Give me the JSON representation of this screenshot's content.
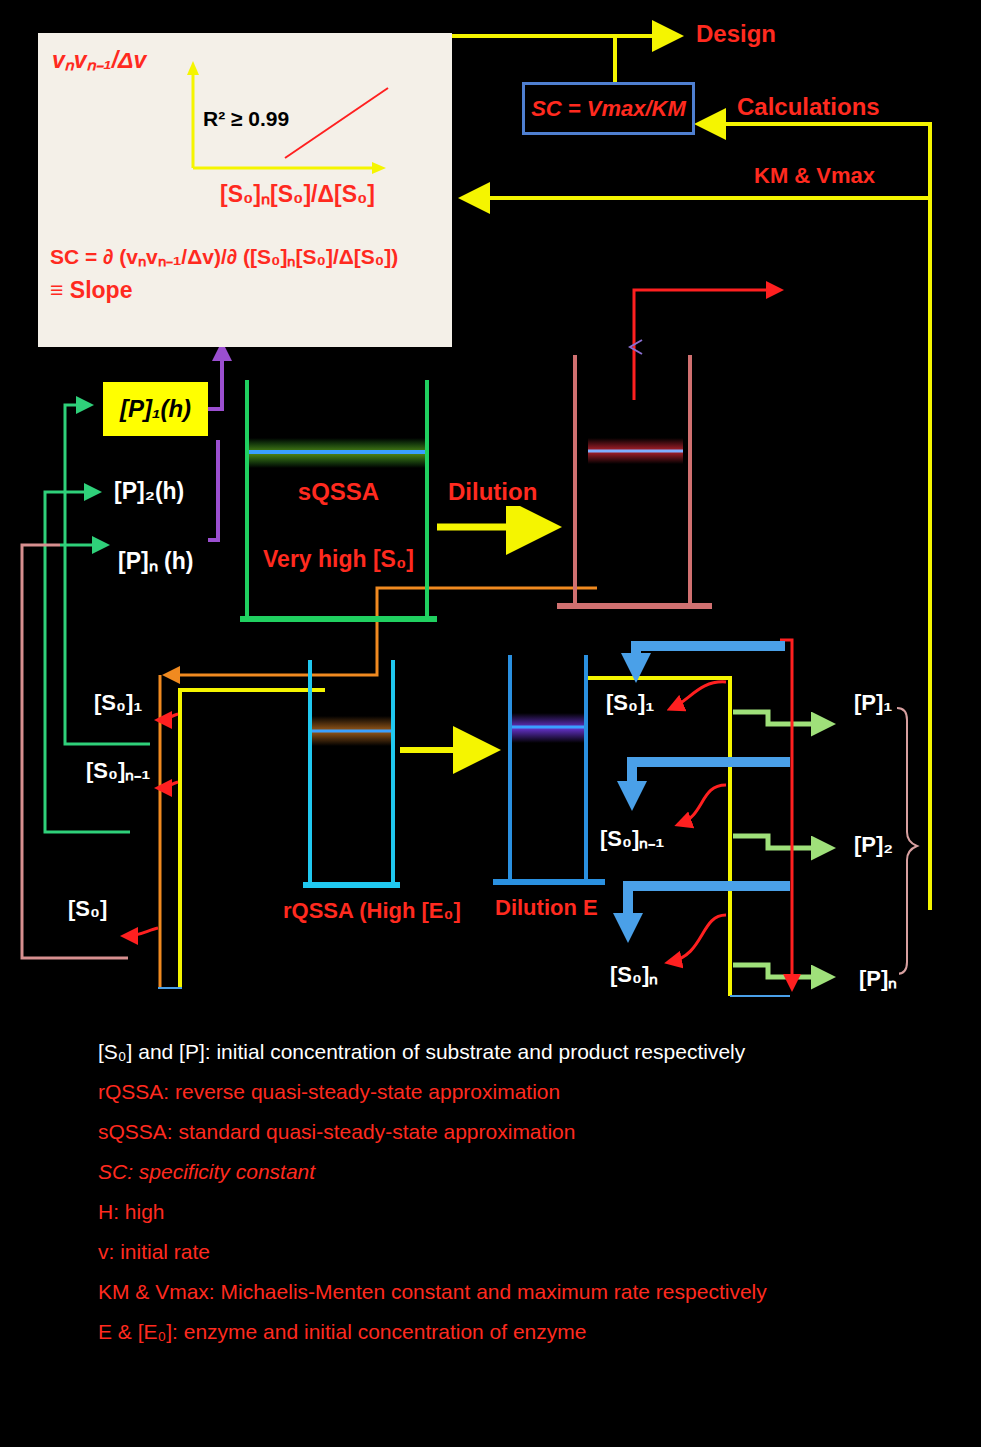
{
  "diagram": {
    "nodes": [
      {
        "text": [
          "vₙvₙ₋₁/Δv",
          "R² ≥ 0.99",
          "[S₀]ₙ[S₀]/Δ[S₀]",
          "SC = ∂ (vₙvₙ₋₁/Δv)/∂ ([S₀]ₙ[S₀]/Δ[S₀])",
          "≡ Slope"
        ]
      },
      {
        "text": [
          "SC = Vmax/KM"
        ]
      },
      {
        "text": [
          "[P]₁(h)"
        ]
      },
      {
        "text": [
          "sQSSA",
          "Very high [S₀]"
        ]
      },
      {
        "text": [
          "rQSSA (High [E₀]"
        ]
      },
      {
        "text": [
          "Dilution E"
        ]
      }
    ],
    "edges": [
      {
        "from": 0,
        "to": 1,
        "arrow": "none"
      },
      {
        "from": 2,
        "to": 0,
        "arrow": "to"
      },
      {
        "from": 4,
        "to": 5,
        "arrow": "to"
      }
    ],
    "labels": [
      "Design",
      "Calculations",
      "KM & Vmax",
      "Dilution",
      "[P]₂(h)",
      "[P]ₙ (h)",
      "[S₀]₁",
      "[S₀]ₙ₋₁",
      "[S₀]",
      "[S₀]₁",
      "[S₀]ₙ₋₁",
      "[S₀]ₙ",
      "[P]₁",
      "[P]₂",
      "[P]ₙ",
      "[S₀] and [P]: initial concentration of substrate and product respectively",
      "rQSSA: reverse quasi-steady-state approximation",
      "sQSSA: standard quasi-steady-state approximation",
      "SC: specificity constant",
      "H: high",
      "v: initial rate",
      "KM & Vmax: Michaelis-Menten constant and maximum rate respectively",
      "E & [E₀]: enzyme and initial concentration of enzyme"
    ]
  }
}
